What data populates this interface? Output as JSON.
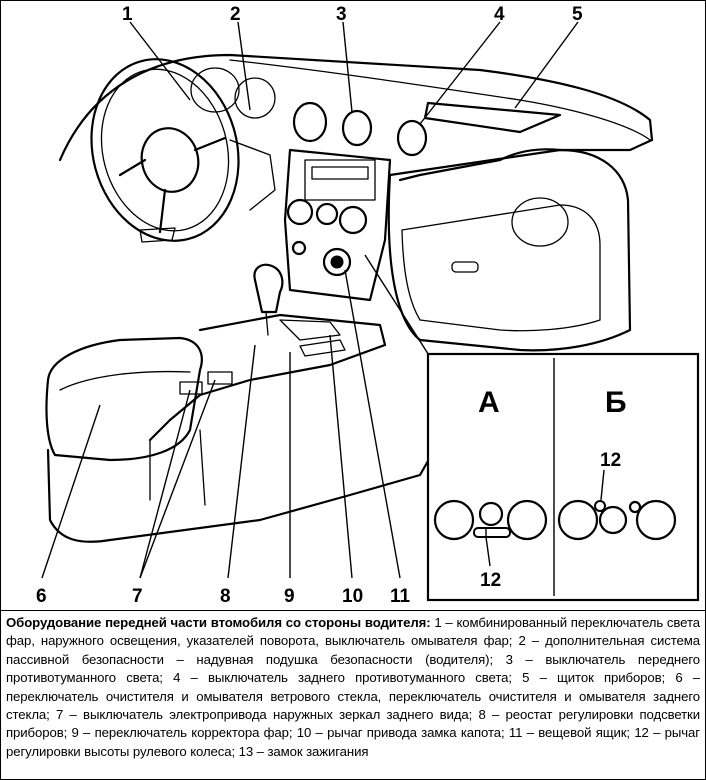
{
  "callouts": [
    "1",
    "2",
    "3",
    "4",
    "5",
    "6",
    "7",
    "8",
    "9",
    "10",
    "11",
    "12"
  ],
  "inset": {
    "panel_a": "А",
    "panel_b": "Б",
    "label_a": "12",
    "label_b": "12"
  },
  "caption": {
    "title": "Оборудование передней части втомобиля со стороны водителя:",
    "text": " 1 – комбинированный переключатель света фар, наружного освещения, указателей поворота, выключатель омывателя фар; 2 – дополнительная система пассивной безопасности – надувная подушка безопасности (водителя); 3 – выключатель переднего противотуманного света; 4 – выключатель заднего противотуманного света; 5 – щиток приборов; 6 – переключатель очистителя и омывателя ветрового стекла, переключатель очистителя и омывателя заднего стекла; 7 – выключатель электропривода наружных зеркал заднего вида; 8 – реостат регулировки подсветки приборов; 9 – переключатель корректора фар; 10 – рычаг привода замка капота; 11 – вещевой ящик; 12 – рычаг регулировки высоты рулевого колеса; 13 – замок зажигания"
  }
}
